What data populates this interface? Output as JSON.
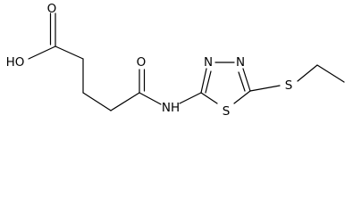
{
  "atoms": {
    "carbonyl_o_acid": "O",
    "hydroxyl": "HO",
    "carbonyl_o_amide": "O",
    "amide_nh": "NH",
    "ring_n_left": "N",
    "ring_n_right": "N",
    "ring_s": "S",
    "thioether_s": "S"
  }
}
